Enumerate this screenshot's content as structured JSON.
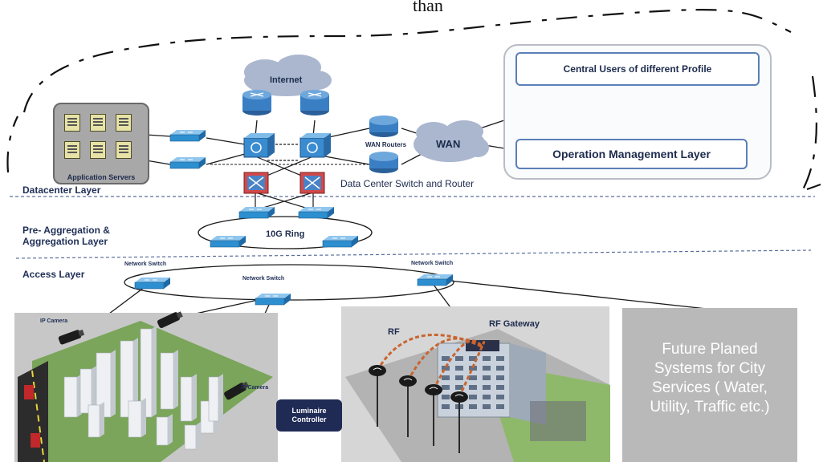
{
  "top_text": "than",
  "layers": {
    "datacenter": "Datacenter Layer",
    "aggregation_line1": "Pre- Aggregation &",
    "aggregation_line2": "Aggregation  Layer",
    "access": "Access Layer"
  },
  "internet_label": "Internet",
  "wan_label": "WAN",
  "wan_routers_label": "WAN Routers",
  "datacenter_switch_label": "Data Center Switch and Router",
  "ring_label": "10G Ring",
  "application_servers_label": "Application Servers",
  "operations": {
    "central_users": "Central Users of  different Profile",
    "management_layer": "Operation Management Layer"
  },
  "network_switch_labels": [
    "Network Switch",
    "Network Switch",
    "Network Switch"
  ],
  "ip_camera_labels": [
    "IP Camera",
    "IP Camera"
  ],
  "rf_label": "RF",
  "rf_gateway_label": "RF Gateway",
  "luminaire_line1": "Luminaire",
  "luminaire_line2": "Controller",
  "future_lines": [
    "Future Planed",
    "Systems for City",
    "Services  ( Water,",
    "Utility, Traffic etc.)"
  ],
  "colors": {
    "router_blue": "#3a7fc4",
    "switch_blue": "#2d8fd0",
    "cloud": "#aab7cf",
    "dashed_line": "#5a6e9c",
    "ops_border": "#5a7fb8"
  }
}
